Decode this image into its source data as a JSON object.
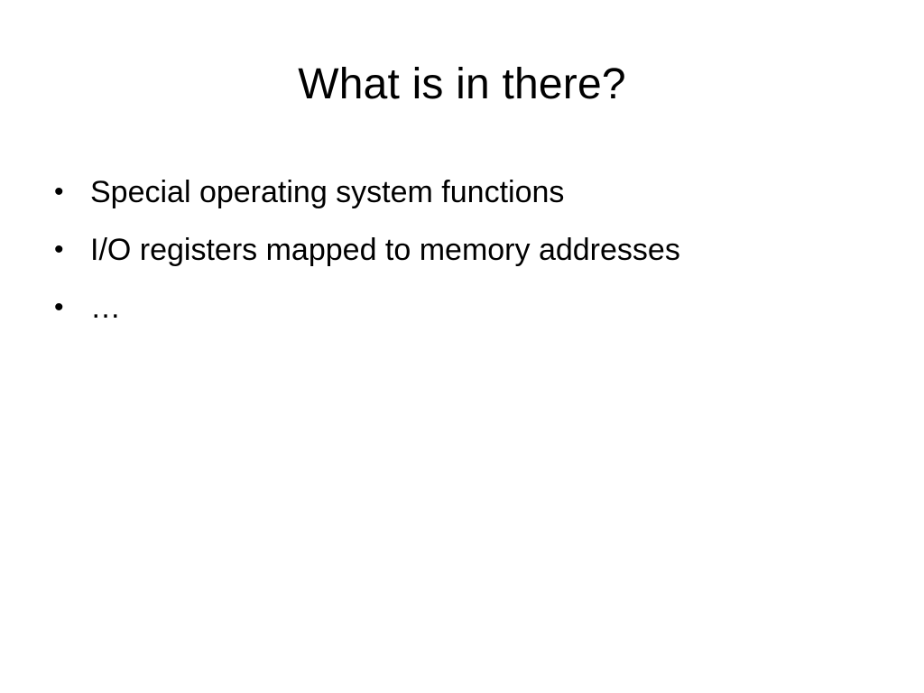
{
  "slide": {
    "title": "What is in there?",
    "bullets": [
      {
        "marker": "•",
        "text": "Special operating system functions"
      },
      {
        "marker": "•",
        "text": "I/O registers mapped to memory addresses"
      },
      {
        "marker": "•",
        "text": "…"
      }
    ]
  }
}
